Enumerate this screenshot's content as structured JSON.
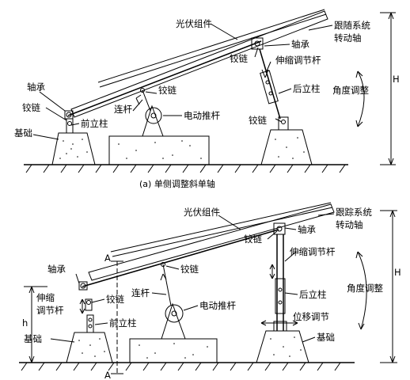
{
  "diagram_a": {
    "caption": "(a) 单侧调整斜单轴",
    "labels": {
      "pv_module": "光伏组件",
      "tracking_axis_1": "跟随系统",
      "tracking_axis_2": "转动轴",
      "bearing_top": "轴承",
      "hinge_top": "铰链",
      "telescopic_rod": "伸缩调节杆",
      "rear_post": "后立柱",
      "angle_adjust": "角度调整",
      "hinge_bottom": "铰链",
      "height": "H",
      "bearing_left": "轴承",
      "hinge_left": "铰链",
      "front_post": "前立柱",
      "foundation": "基础",
      "hinge_mid": "铰链",
      "link_rod": "连杆",
      "electric_actuator": "电动推杆"
    }
  },
  "diagram_b": {
    "labels": {
      "pv_module": "光伏组件",
      "tracking_axis_1": "跟踪系统",
      "tracking_axis_2": "转动轴",
      "hinge_top": "铰链",
      "bearing_top": "轴承",
      "telescopic_rod": "伸缩调节杆",
      "angle_adjust": "角度调整",
      "height": "H",
      "rear_post": "后立柱",
      "displacement_adjust": "位移调节",
      "foundation_right": "基础",
      "section_a_top": "A",
      "section_a_bottom": "A",
      "bearing_left": "轴承",
      "telescopic_left_1": "伸缩",
      "telescopic_left_2": "调节杆",
      "hinge_left": "铰链",
      "front_post": "前立柱",
      "height_small": "h",
      "foundation_left": "基础",
      "link_rod": "连杆",
      "hinge_mid": "铰链",
      "electric_actuator": "电动推杆"
    }
  }
}
